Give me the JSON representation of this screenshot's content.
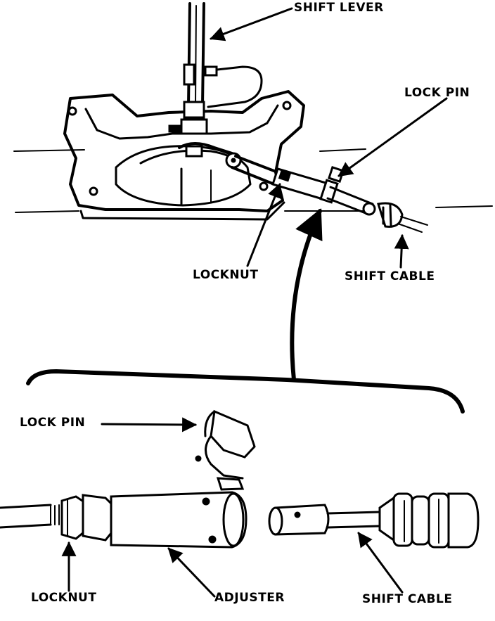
{
  "labels": {
    "top_shift_lever": "SHIFT LEVER",
    "top_lock_pin": "LOCK PIN",
    "top_locknut": "LOCKNUT",
    "top_shift_cable": "SHIFT CABLE",
    "detail_lock_pin": "LOCK PIN",
    "detail_locknut": "LOCKNUT",
    "detail_adjuster": "ADJUSTER",
    "detail_shift_cable": "SHIFT CABLE"
  }
}
